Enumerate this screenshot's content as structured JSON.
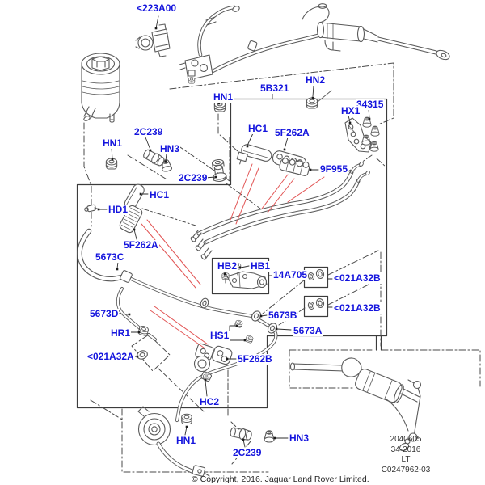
{
  "diagram": {
    "type": "parts-exploded-diagram",
    "colors": {
      "callout_blue": "#1414dd",
      "leader_red": "#e25555",
      "line_gray": "#5a5a5a"
    },
    "callouts": [
      {
        "id": "223A00",
        "text": "<223A00"
      },
      {
        "id": "5B321",
        "text": "5B321"
      },
      {
        "id": "HN2",
        "text": "HN2"
      },
      {
        "id": "HN1_top",
        "text": "HN1"
      },
      {
        "id": "HC1_top",
        "text": "HC1"
      },
      {
        "id": "5F262A_top",
        "text": "5F262A"
      },
      {
        "id": "34315",
        "text": "34315"
      },
      {
        "id": "HX1",
        "text": "HX1"
      },
      {
        "id": "2C239_left",
        "text": "2C239"
      },
      {
        "id": "HN1_left",
        "text": "HN1"
      },
      {
        "id": "HN3_top",
        "text": "HN3"
      },
      {
        "id": "2C239_mid",
        "text": "2C239"
      },
      {
        "id": "9F955",
        "text": "9F955"
      },
      {
        "id": "HC1_mid",
        "text": "HC1"
      },
      {
        "id": "HD1",
        "text": "HD1"
      },
      {
        "id": "5F262A_mid",
        "text": "5F262A"
      },
      {
        "id": "5673C",
        "text": "5673C"
      },
      {
        "id": "HB2",
        "text": "HB2"
      },
      {
        "id": "HB1",
        "text": "HB1"
      },
      {
        "id": "14A705",
        "text": "14A705"
      },
      {
        "id": "021A32B_1",
        "text": "<021A32B"
      },
      {
        "id": "021A32B_2",
        "text": "<021A32B"
      },
      {
        "id": "5673B",
        "text": "5673B"
      },
      {
        "id": "5673A",
        "text": "5673A"
      },
      {
        "id": "5673D",
        "text": "5673D"
      },
      {
        "id": "HR1",
        "text": "HR1"
      },
      {
        "id": "021A32A",
        "text": "<021A32A"
      },
      {
        "id": "HS1",
        "text": "HS1"
      },
      {
        "id": "5F262B",
        "text": "5F262B"
      },
      {
        "id": "HC2",
        "text": "HC2"
      },
      {
        "id": "HN1_bottom",
        "text": "HN1"
      },
      {
        "id": "2C239_bottom",
        "text": "2C239"
      },
      {
        "id": "HN3_bottom",
        "text": "HN3"
      }
    ],
    "footer": {
      "stamp_lines": [
        "2040605",
        "34-2016",
        "LT",
        "C0247962-03"
      ],
      "copyright": "© Copyright, 2016. Jaguar Land Rover Limited."
    }
  }
}
